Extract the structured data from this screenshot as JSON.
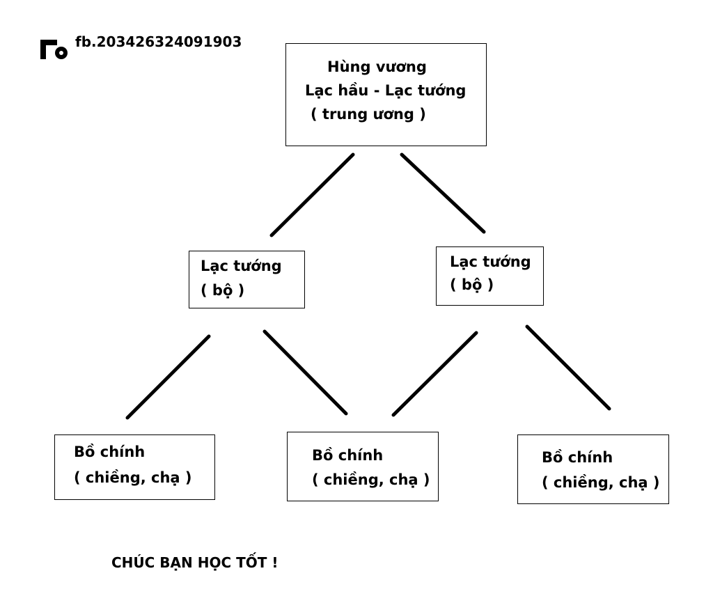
{
  "watermark": {
    "text": "fb.203426324091903",
    "icon": "fb-logo-icon"
  },
  "diagram": {
    "top": {
      "line1": "Hùng vương",
      "line2": "Lạc hầu - Lạc tướng",
      "line3": "( trung ương )"
    },
    "mid_left": {
      "line1": "Lạc tướng",
      "line2": "( bộ )"
    },
    "mid_right": {
      "line1": "Lạc tướng",
      "line2": "( bộ )"
    },
    "bottom_left": {
      "line1": "Bồ chính",
      "line2": "( chiềng, chạ )"
    },
    "bottom_mid": {
      "line1": "Bồ chính",
      "line2": "( chiềng, chạ )"
    },
    "bottom_right": {
      "line1": "Bồ chính",
      "line2": "( chiềng, chạ )"
    }
  },
  "footer": {
    "text": "CHÚC BẠN HỌC TỐT !"
  }
}
